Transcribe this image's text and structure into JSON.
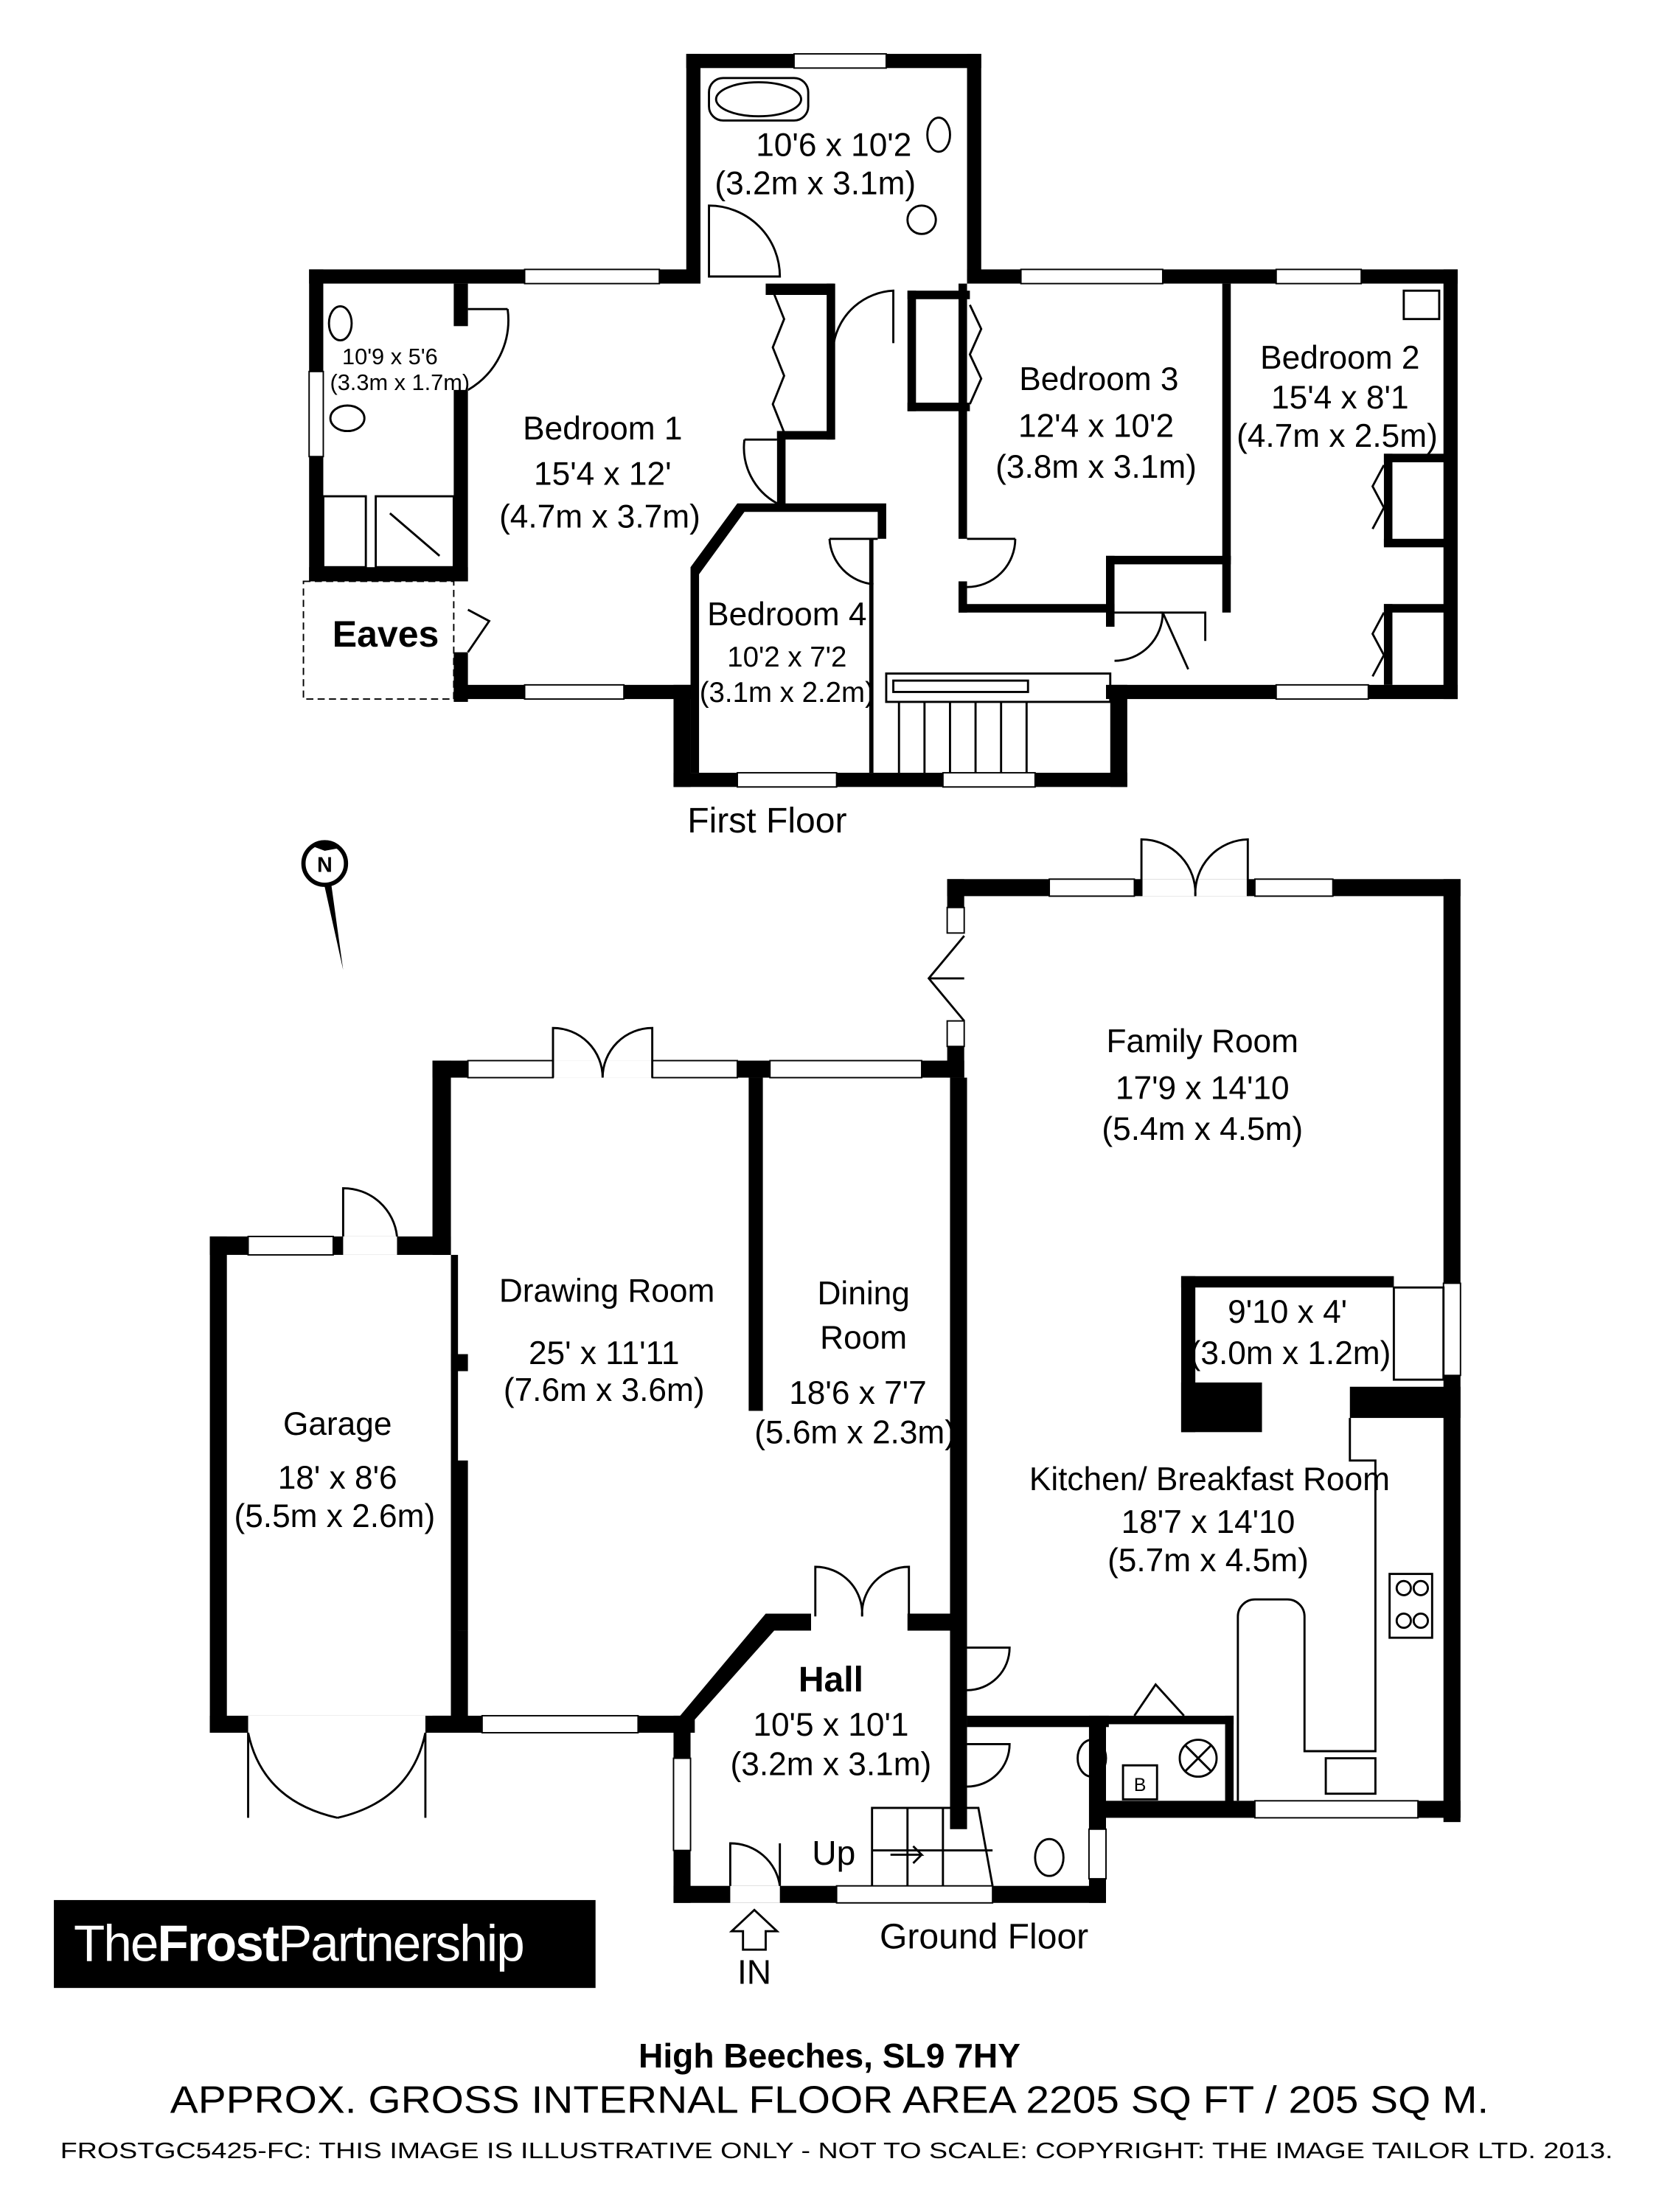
{
  "first_floor": {
    "label": "First Floor",
    "rooms": [
      {
        "name": "",
        "imperial": "10'6 x 10'2",
        "metric": "(3.2m x 3.1m)"
      },
      {
        "name": "",
        "imperial": "10'9 x 5'6",
        "metric": "(3.3m x 1.7m)"
      },
      {
        "name": "Bedroom 1",
        "imperial": "15'4 x 12'",
        "metric": "(4.7m x 3.7m)"
      },
      {
        "name": "Bedroom 3",
        "imperial": "12'4 x 10'2",
        "metric": "(3.8m x 3.1m)"
      },
      {
        "name": "Bedroom 2",
        "imperial": "15'4 x 8'1",
        "metric": "(4.7m x 2.5m)"
      },
      {
        "name": "Bedroom 4",
        "imperial": "10'2 x 7'2",
        "metric": "(3.1m x 2.2m)"
      },
      {
        "name": "Eaves"
      }
    ]
  },
  "ground_floor": {
    "label": "Ground Floor",
    "rooms": [
      {
        "name": "Family Room",
        "imperial": "17'9 x 14'10",
        "metric": "(5.4m x 4.5m)"
      },
      {
        "name": "Drawing Room",
        "imperial": "25' x 11'11",
        "metric": "(7.6m x 3.6m)"
      },
      {
        "name": "Dining Room",
        "name2": "Room",
        "name1": "Dining",
        "imperial": "18'6 x 7'7",
        "metric": "(5.6m x 2.3m)"
      },
      {
        "name": "",
        "imperial": "9'10 x 4'",
        "metric": "(3.0m x 1.2m)"
      },
      {
        "name": "Garage",
        "imperial": "18' x 8'6",
        "metric": "(5.5m x 2.6m)"
      },
      {
        "name": "Kitchen/ Breakfast Room",
        "imperial": "18'7 x 14'10",
        "metric": "(5.7m x 4.5m)"
      },
      {
        "name": "Hall",
        "imperial": "10'5 x 10'1",
        "metric": "(3.2m x 3.1m)"
      }
    ],
    "stairs_label": "Up",
    "entrance_label": "IN",
    "boiler_label": "B"
  },
  "compass": {
    "label": "N"
  },
  "logo": {
    "part1": "The",
    "part2": "Frost",
    "part3": "Partnership"
  },
  "footer": {
    "address": "High Beeches, SL9 7HY",
    "area": "APPROX. GROSS INTERNAL FLOOR AREA 2205 SQ FT / 205 SQ M.",
    "disclaimer": "FROSTGC5425-FC: THIS IMAGE IS ILLUSTRATIVE ONLY - NOT TO SCALE: COPYRIGHT: THE IMAGE TAILOR LTD. 2013."
  }
}
